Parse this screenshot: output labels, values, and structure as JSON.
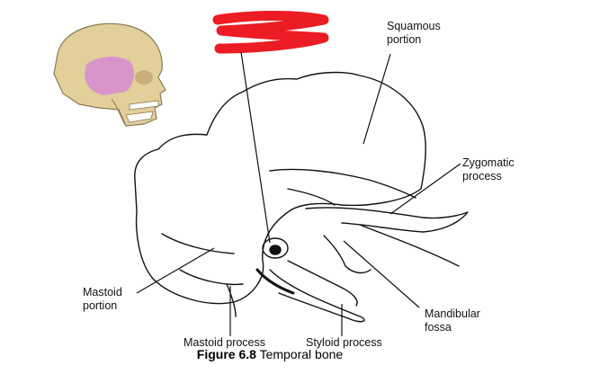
{
  "figure": {
    "caption_bold": "Figure 6.8",
    "caption_text": " Temporal bone"
  },
  "labels": {
    "squamous": "Squamous\nportion",
    "zygomatic": "Zygomatic\nprocess",
    "mastoid_portion": "Mastoid\nportion",
    "mandibular_fossa": "Mandibular\nfossa",
    "mastoid_process": "Mastoid process",
    "styloid_process": "Styloid process"
  },
  "colors": {
    "redaction": "#ec1c24",
    "skull_bone": "#e2cf9a",
    "temporal_highlight": "#d995c9",
    "line": "#111111"
  },
  "icons": {
    "skull": "skull-thumbnail-icon",
    "redaction": "red-scribble-mark"
  }
}
